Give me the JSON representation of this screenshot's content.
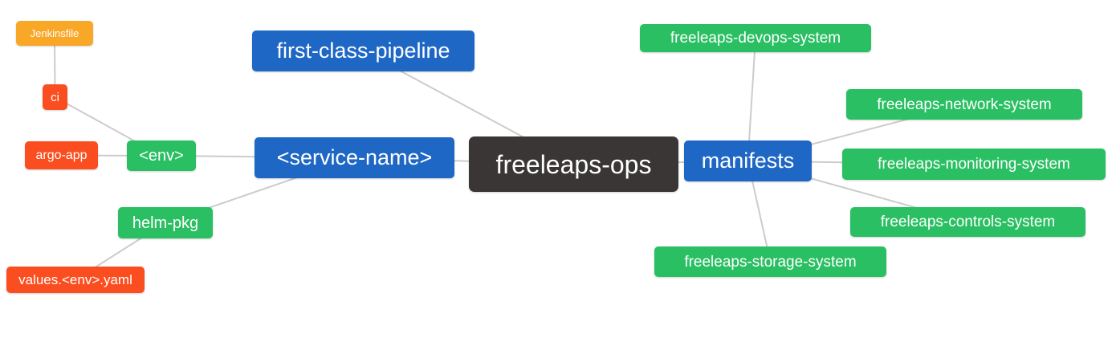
{
  "diagram": {
    "type": "mindmap",
    "root_label": "freeleaps-ops",
    "colors": {
      "root_bg": "#3b3636",
      "primary_bg": "#1f67c5",
      "green_bg": "#2abf62",
      "red_bg": "#fb4e20",
      "orange_bg": "#f9a727",
      "edge": "#cccccc",
      "text": "#ffffff"
    },
    "nodes": [
      {
        "id": "jenkinsfile",
        "label": "Jenkinsfile"
      },
      {
        "id": "ci",
        "label": "ci"
      },
      {
        "id": "argo-app",
        "label": "argo-app"
      },
      {
        "id": "env",
        "label": "<env>"
      },
      {
        "id": "first-class-pipeline",
        "label": "first-class-pipeline"
      },
      {
        "id": "service-name",
        "label": "<service-name>"
      },
      {
        "id": "helm-pkg",
        "label": "helm-pkg"
      },
      {
        "id": "values-env-yaml",
        "label": "values.<env>.yaml"
      },
      {
        "id": "freeleaps-ops",
        "label": "freeleaps-ops"
      },
      {
        "id": "manifests",
        "label": "manifests"
      },
      {
        "id": "freeleaps-devops-system",
        "label": "freeleaps-devops-system"
      },
      {
        "id": "freeleaps-network-system",
        "label": "freeleaps-network-system"
      },
      {
        "id": "freeleaps-monitoring-system",
        "label": "freeleaps-monitoring-system"
      },
      {
        "id": "freeleaps-controls-system",
        "label": "freeleaps-controls-system"
      },
      {
        "id": "freeleaps-storage-system",
        "label": "freeleaps-storage-system"
      }
    ],
    "edges": [
      [
        "freeleaps-ops",
        "first-class-pipeline"
      ],
      [
        "freeleaps-ops",
        "service-name"
      ],
      [
        "freeleaps-ops",
        "manifests"
      ],
      [
        "service-name",
        "env"
      ],
      [
        "service-name",
        "helm-pkg"
      ],
      [
        "env",
        "ci"
      ],
      [
        "env",
        "argo-app"
      ],
      [
        "ci",
        "jenkinsfile"
      ],
      [
        "helm-pkg",
        "values-env-yaml"
      ],
      [
        "manifests",
        "freeleaps-devops-system"
      ],
      [
        "manifests",
        "freeleaps-network-system"
      ],
      [
        "manifests",
        "freeleaps-monitoring-system"
      ],
      [
        "manifests",
        "freeleaps-controls-system"
      ],
      [
        "manifests",
        "freeleaps-storage-system"
      ]
    ]
  }
}
